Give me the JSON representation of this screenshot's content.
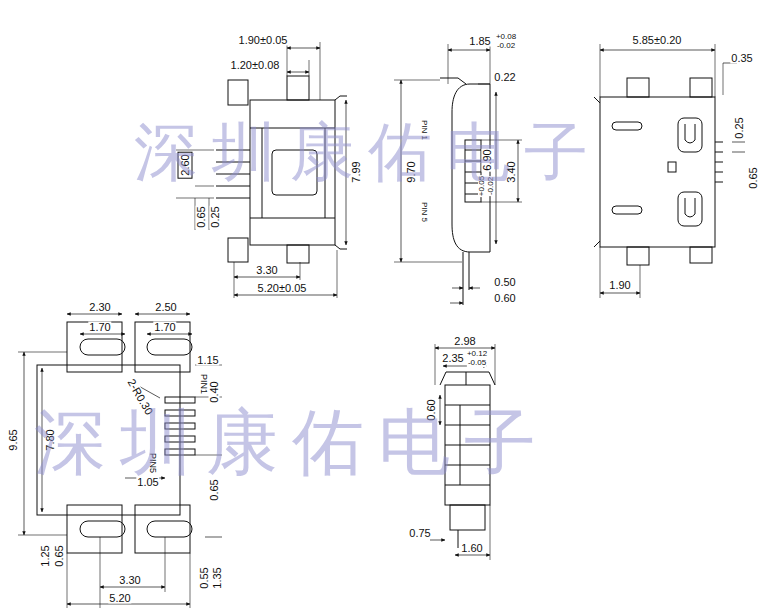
{
  "diagram": {
    "labels": [
      "1.90±0.05",
      "1.20±0.08",
      "2.60",
      "0.65",
      "0.25",
      "7.99",
      "3.30",
      "5.20±0.05",
      "1.85",
      "+0.08",
      "-0.02",
      "0.22",
      "PIN 1",
      "9.70",
      "6.90",
      "+0.05",
      "-0.02",
      "3.40",
      "PIN 5",
      "0.50",
      "0.60",
      "5.85±0.20",
      "0.35",
      "0.25",
      "0.65",
      "1.90",
      "2.30",
      "2.50",
      "1.70",
      "1.70",
      "1.15",
      "2-R0.30",
      "PIN1",
      "0.40",
      "9.65",
      "7.80",
      "PIN5",
      "1.05",
      "0.65",
      "1.25",
      "0.65",
      "3.30",
      "0.55",
      "1.35",
      "5.20",
      "2.98",
      "2.35",
      "+0.12",
      "-0.05",
      "0.60",
      "0.75",
      "1.60",
      "深圳康佑电子",
      "深圳康佑电子"
    ]
  }
}
